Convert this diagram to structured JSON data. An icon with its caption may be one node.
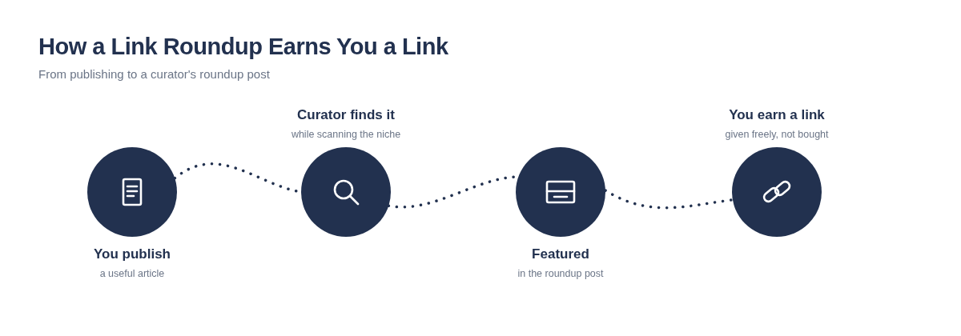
{
  "diagram": {
    "title": "How a Link Roundup Earns You a Link",
    "nodes": [
      {
        "text": [
          "You publish",
          "a useful article"
        ]
      },
      {
        "text": [
          "Curator finds it",
          "while scanning the niche"
        ]
      },
      {
        "text": [
          "Featured",
          "in the roundup post"
        ]
      },
      {
        "text": [
          "You earn a link",
          "given freely, not bought"
        ]
      }
    ],
    "edges": [
      {
        "from": 0,
        "to": 1,
        "arrow": "none",
        "style": "dashed"
      },
      {
        "from": 1,
        "to": 2,
        "arrow": "none",
        "style": "dashed"
      },
      {
        "from": 2,
        "to": 3,
        "arrow": "none",
        "style": "dashed"
      }
    ],
    "labels": [
      "From publishing to a curator's roundup post"
    ]
  }
}
